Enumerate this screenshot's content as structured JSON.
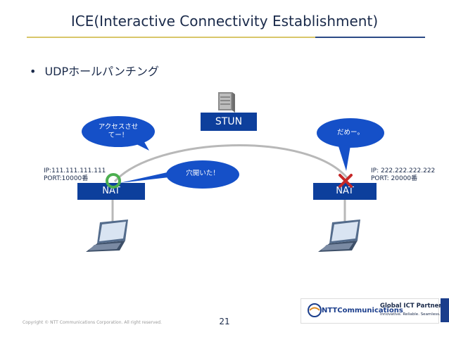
{
  "slide": {
    "title": "ICE(Interactive Connectivity Establishment)",
    "bullet": "UDPホールパンチング",
    "bullet_marker": "•",
    "stun_label": "STUN",
    "nat_left_label": "NAT",
    "nat_right_label": "NAT",
    "left_ip": "IP:111.111.111.111",
    "left_port": "PORT:10000番",
    "right_ip": "IP: 222.222.222.222",
    "right_port": "PORT: 20000番",
    "bubble_access_line1": "アクセスさせ",
    "bubble_access_line2": "てー！",
    "bubble_hole": "穴開いた！",
    "bubble_no": "だめー。",
    "copyright": "Copyright © NTT Communications Corporation. All right reserved.",
    "page_number": "21"
  },
  "logo": {
    "ntt": "NTT",
    "communications": "Communications",
    "global_ict": "Global ICT Partner",
    "tagline": "Innovative. Reliable. Seamless."
  },
  "colors": {
    "box_blue": "#0d3f9c",
    "bubble_blue": "#1550c8",
    "ok_ring": "#4caf50",
    "cross_red": "#c62828",
    "title_gold": "#d8c66a",
    "title_navy": "#2b4a86"
  },
  "icons": [
    "server-icon",
    "laptop-icon",
    "success-ring-icon",
    "blocked-x-icon"
  ]
}
